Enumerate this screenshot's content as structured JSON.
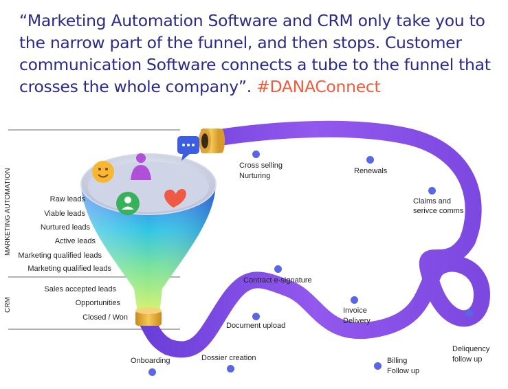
{
  "quote": {
    "text": "“Marketing Automation Software and CRM only take you to the narrow part of the funnel, and then stops. Customer communication Software connects a tube to the funnel that crosses the whole company”. ",
    "hashtag": "#DANAConnect"
  },
  "side_labels": {
    "marketing": "MARKETING AUTOMATION",
    "crm": "CRM"
  },
  "funnel_stages": [
    "Raw leads",
    "Viable leads",
    "Nurtured leads",
    "Active leads",
    "Marketing qualified leads",
    "Marketing qualified leads",
    "Sales accepted leads",
    "Opportunities",
    "Closed / Won"
  ],
  "journey": {
    "onboarding": "Onboarding",
    "dossier": "Dossier creation",
    "document_upload": "Document upload",
    "contract": "Contract e-signature",
    "invoice_1": "Invoice",
    "invoice_2": "Delivery",
    "billing_1": "Billing",
    "billing_2": "Follow up",
    "delinquency_1": "Deliquency",
    "delinquency_2": "follow up",
    "claims_1": "Claims and",
    "claims_2": "serivce comms",
    "renewals": "Renewals",
    "cross_1": "Cross selling",
    "cross_2": "Nurturing"
  },
  "colors": {
    "title": "#2b2a86",
    "hashtag": "#f15a3a",
    "tube": "#8a4fe6",
    "dot": "#5966e6"
  },
  "icons": [
    "smiley-icon",
    "person-icon",
    "chat-bubble-icon",
    "user-badge-icon",
    "heart-icon",
    "coin-stack-icon"
  ]
}
